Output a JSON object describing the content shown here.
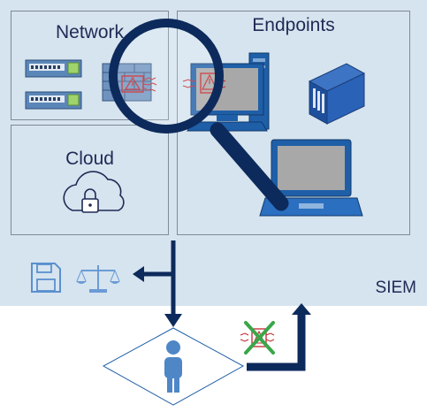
{
  "zones": {
    "network": {
      "title": "Network"
    },
    "endpoints": {
      "title": "Endpoints"
    },
    "cloud": {
      "title": "Cloud"
    }
  },
  "siem": {
    "label": "SIEM"
  },
  "icons": {
    "switch": "network-switch-icon",
    "firewall": "firewall-alert-icon",
    "desktop": "desktop-computer-icon",
    "server": "server-icon",
    "laptop": "laptop-icon",
    "cloud": "cloud-lock-icon",
    "magnifier": "magnifying-glass-icon",
    "storage": "floppy-disk-icon",
    "compliance": "scales-icon",
    "analyst": "person-icon",
    "blocked_threat": "blocked-threat-icon"
  },
  "colors": {
    "band": "#d6e4ef",
    "navy": "#0d2a5c",
    "title": "#1f2a55",
    "accent_blue": "#4f86c6",
    "threat_red": "#c0262d",
    "block_green": "#3aa64a"
  }
}
